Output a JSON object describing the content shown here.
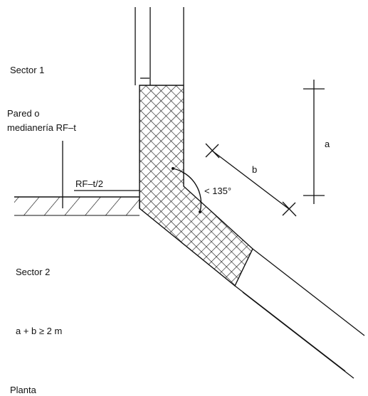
{
  "labels": {
    "sector1": "Sector 1",
    "pared_line1": "Pared o",
    "pared_line2": "medianería RF–t",
    "rf_half": "RF–t/2",
    "angle": "< 135°",
    "dim_a": "a",
    "dim_b": "b",
    "sector2": "Sector 2",
    "formula": "a + b ≥ 2 m",
    "planta": "Planta"
  },
  "colors": {
    "line": "#111111",
    "background": "#ffffff"
  }
}
